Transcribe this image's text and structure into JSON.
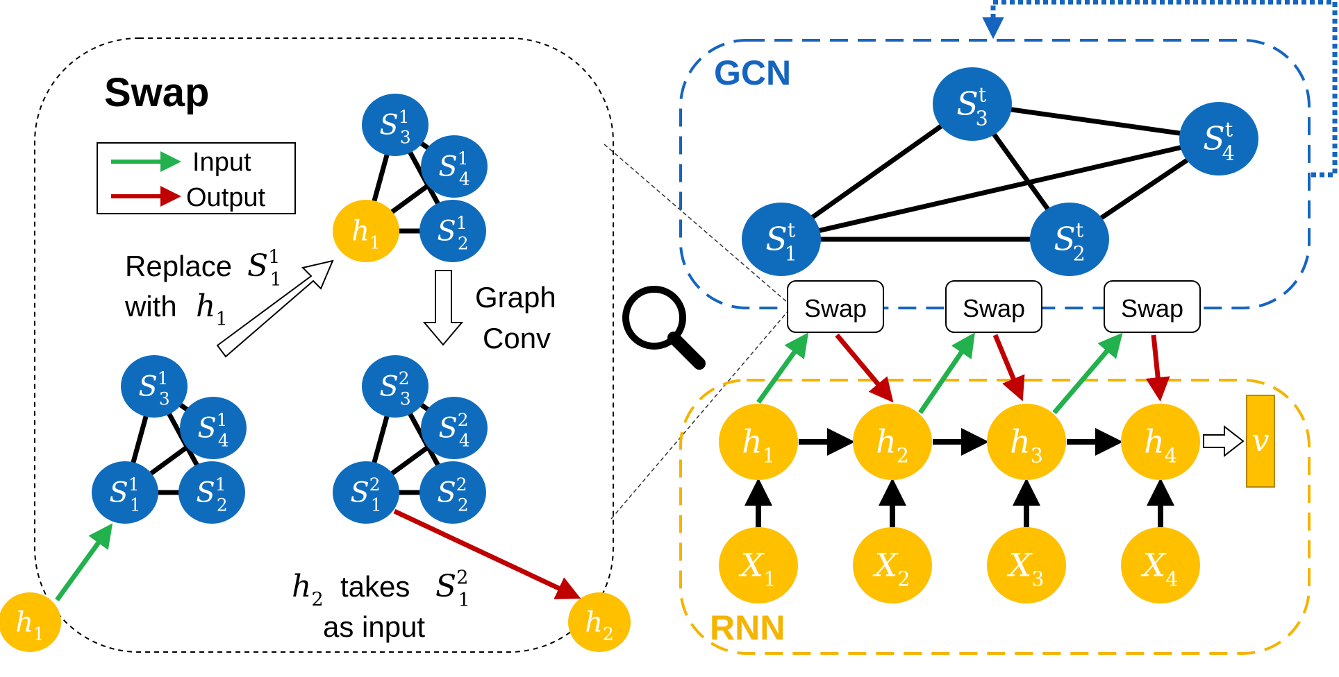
{
  "colors": {
    "blue": "#0f6cbd",
    "blue_dark": "#1565c0",
    "yellow": "#ffc000",
    "green": "#22b14c",
    "red": "#c00000",
    "black": "#000000"
  },
  "labels": {
    "swap_title": "Swap",
    "gcn_title": "GCN",
    "rnn_title": "RNN",
    "legend_input": "Input",
    "legend_output": "Output",
    "replace_line1_word": "Replace",
    "replace_line2_word": "with",
    "graph_conv_1": "Graph",
    "graph_conv_2": "Conv",
    "takes_word": "takes",
    "as_input": "as input",
    "swap_box": "Swap"
  },
  "symbols": {
    "S": "S",
    "h": "h",
    "X": "X",
    "v": "v",
    "t": "t"
  },
  "icons": {
    "magnifier": "magnifier-icon"
  }
}
